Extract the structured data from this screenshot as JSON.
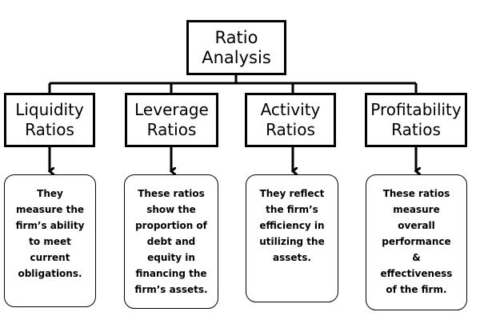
{
  "root": {
    "label": "Ratio\nAnalysis"
  },
  "categories": [
    {
      "title": "Liquidity\nRatios",
      "description": "They\nmeasure the\nfirm’s ability\nto meet\ncurrent\nobligations."
    },
    {
      "title": "Leverage\nRatios",
      "description": "These ratios\nshow the\nproportion of\ndebt and\nequity in\nfinancing the\nfirm’s assets."
    },
    {
      "title": "Activity\nRatios",
      "description": "They reflect\nthe firm’s\nefficiency in\nutilizing the\nassets."
    },
    {
      "title": "Profitability\nRatios",
      "description": "These ratios\nmeasure\noverall\nperformance\n&\neffectiveness\nof the firm."
    }
  ]
}
